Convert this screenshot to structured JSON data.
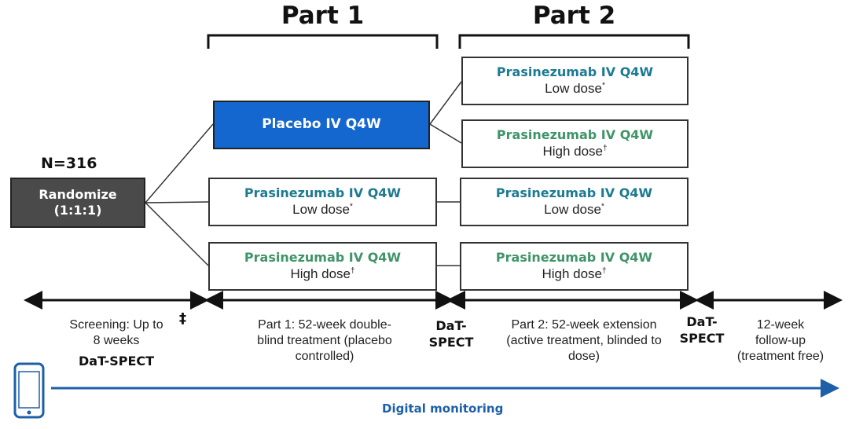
{
  "parts": {
    "part1_title": "Part 1",
    "part2_title": "Part 2"
  },
  "randomization": {
    "n_label": "N=316",
    "line1": "Randomize",
    "line2": "(1:1:1)"
  },
  "part1_arms": [
    {
      "drug": "Placebo IV Q4W",
      "dose": "",
      "dose_mark": ""
    },
    {
      "drug": "Prasinezumab IV Q4W",
      "dose": "Low dose",
      "dose_mark": "*"
    },
    {
      "drug": "Prasinezumab IV Q4W",
      "dose": "High dose",
      "dose_mark": "†"
    }
  ],
  "part2_arms": [
    {
      "drug": "Prasinezumab IV Q4W",
      "dose": "Low dose",
      "dose_mark": "*"
    },
    {
      "drug": "Prasinezumab IV Q4W",
      "dose": "High dose",
      "dose_mark": "†"
    },
    {
      "drug": "Prasinezumab IV Q4W",
      "dose": "Low dose",
      "dose_mark": "*"
    },
    {
      "drug": "Prasinezumab IV Q4W",
      "dose": "High dose",
      "dose_mark": "†"
    }
  ],
  "timeline": {
    "screening": {
      "line1": "Screening: Up to",
      "line2": "8 weeks",
      "dat": "DaT-SPECT",
      "mark": "‡"
    },
    "part1": {
      "line1": "Part 1: 52-week double-",
      "line2": "blind treatment (placebo",
      "line3": "controlled)"
    },
    "dat_mid": {
      "line1": "DaT-",
      "line2": "SPECT"
    },
    "part2": {
      "line1": "Part 2: 52-week extension",
      "line2": "(active treatment, blinded to",
      "line3": "dose)"
    },
    "dat_end": {
      "line1": "DaT-",
      "line2": "SPECT"
    },
    "followup": {
      "line1": "12-week",
      "line2": "follow-up",
      "line3": "(treatment free)"
    }
  },
  "digital_monitoring": {
    "label": "Digital monitoring",
    "icon": "smartphone-icon"
  },
  "colors": {
    "placebo_fill": "#1467cf",
    "randomize_fill": "#4a4a4a",
    "low_dose_text": "#1c7a93",
    "high_dose_text": "#3f9468",
    "monitoring_arrow": "#1d5fa8"
  }
}
